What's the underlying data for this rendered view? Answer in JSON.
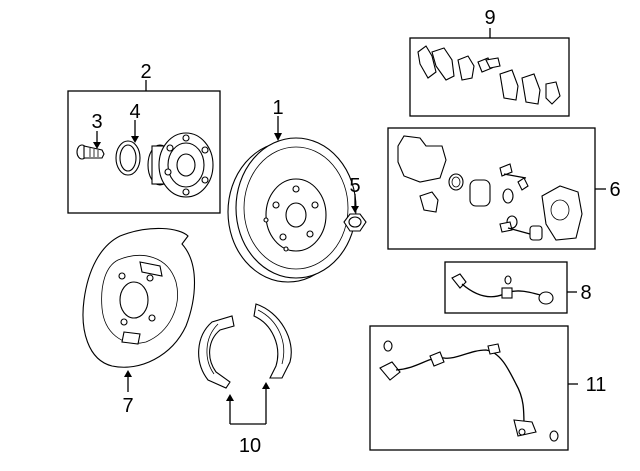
{
  "diagram": {
    "labels": [
      {
        "id": "disc-rotor",
        "text": "1"
      },
      {
        "id": "hub-assembly",
        "text": "2"
      },
      {
        "id": "hub-bolt",
        "text": "3"
      },
      {
        "id": "o-ring",
        "text": "4"
      },
      {
        "id": "hub-nut",
        "text": "5"
      },
      {
        "id": "caliper-assembly",
        "text": "6"
      },
      {
        "id": "backing-plate",
        "text": "7"
      },
      {
        "id": "speed-sensor",
        "text": "8"
      },
      {
        "id": "brake-pads",
        "text": "9"
      },
      {
        "id": "parking-shoes",
        "text": "10"
      },
      {
        "id": "sensor-harness",
        "text": "11"
      }
    ]
  }
}
